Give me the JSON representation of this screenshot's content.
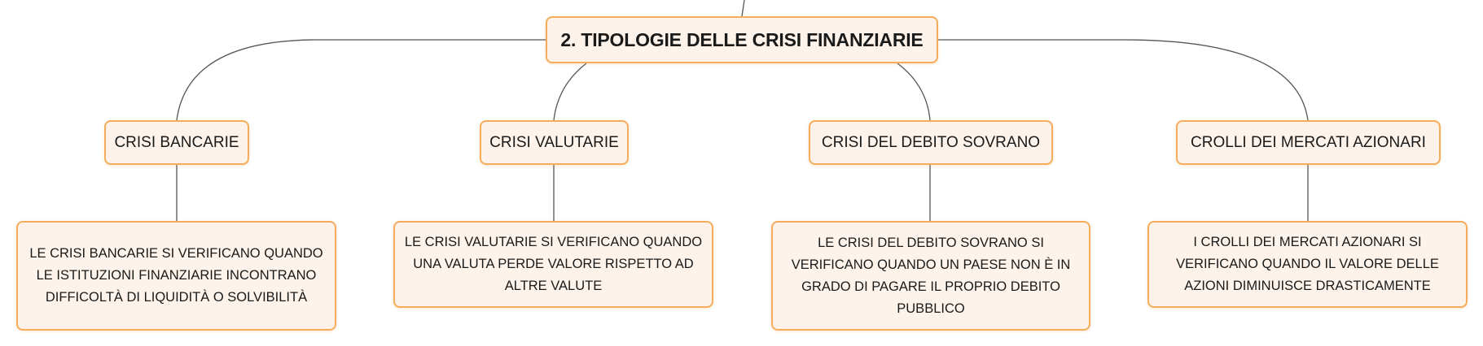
{
  "diagram": {
    "root": {
      "label": "2. TIPOLOGIE DELLE CRISI FINANZIARIE"
    },
    "categories": [
      {
        "label": "CRISI BANCARIE",
        "description": "LE CRISI BANCARIE SI VERIFICANO QUANDO LE ISTITUZIONI FINANZIARIE INCONTRANO DIFFICOLTÀ DI LIQUIDITÀ O SOLVIBILITÀ"
      },
      {
        "label": "CRISI VALUTARIE",
        "description": "LE CRISI VALUTARIE SI VERIFICANO QUANDO UNA VALUTA PERDE VALORE RISPETTO AD ALTRE VALUTE"
      },
      {
        "label": "CRISI DEL DEBITO SOVRANO",
        "description": "LE CRISI DEL DEBITO SOVRANO SI VERIFICANO QUANDO UN PAESE NON È IN GRADO DI PAGARE IL PROPRIO DEBITO PUBBLICO"
      },
      {
        "label": "CROLLI DEI MERCATI AZIONARI",
        "description": "I CROLLI DEI MERCATI AZIONARI SI VERIFICANO QUANDO IL VALORE DELLE AZIONI DIMINUISCE DRASTICAMENTE"
      }
    ],
    "colors": {
      "node_fill": "#fdf3ea",
      "node_border": "#f5ad5b",
      "connector": "#555555",
      "text": "#1a1a1a"
    }
  }
}
